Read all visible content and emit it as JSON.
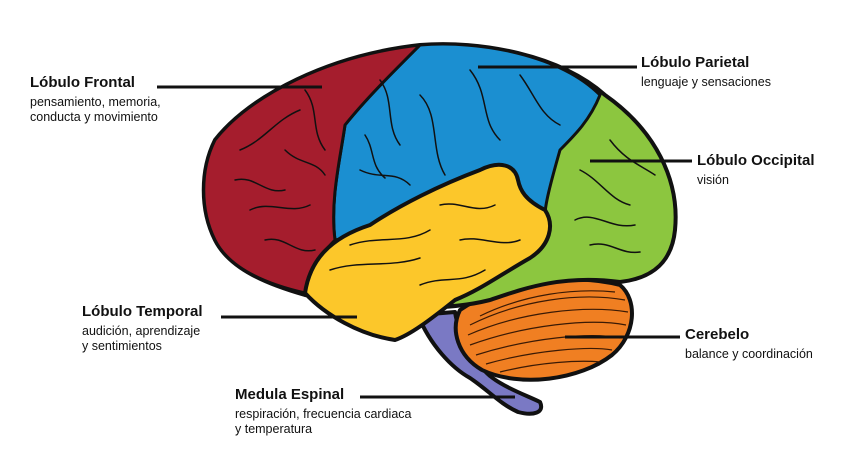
{
  "colors": {
    "frontal": "#a51d2d",
    "parietal": "#1b8fd1",
    "occipital": "#8cc63f",
    "temporal": "#fcc72a",
    "cerebellum": "#f07f22",
    "brainstem": "#7a79c4",
    "outline": "#111111"
  },
  "labels": {
    "frontal": {
      "title": "Lóbulo Frontal",
      "desc_lines": [
        "pensamiento, memoria,",
        "conducta y movimiento"
      ]
    },
    "parietal": {
      "title": "Lóbulo Parietal",
      "desc_lines": [
        "lenguaje y sensaciones"
      ]
    },
    "occipital": {
      "title": "Lóbulo Occipital",
      "desc_lines": [
        "visión"
      ]
    },
    "temporal": {
      "title": "Lóbulo Temporal",
      "desc_lines": [
        "audición, aprendizaje",
        "y sentimientos"
      ]
    },
    "cerebellum": {
      "title": "Cerebelo",
      "desc_lines": [
        "balance y coordinación"
      ]
    },
    "spinal": {
      "title": "Medula Espinal",
      "desc_lines": [
        "respiración, frecuencia cardiaca",
        "y temperatura"
      ]
    }
  }
}
